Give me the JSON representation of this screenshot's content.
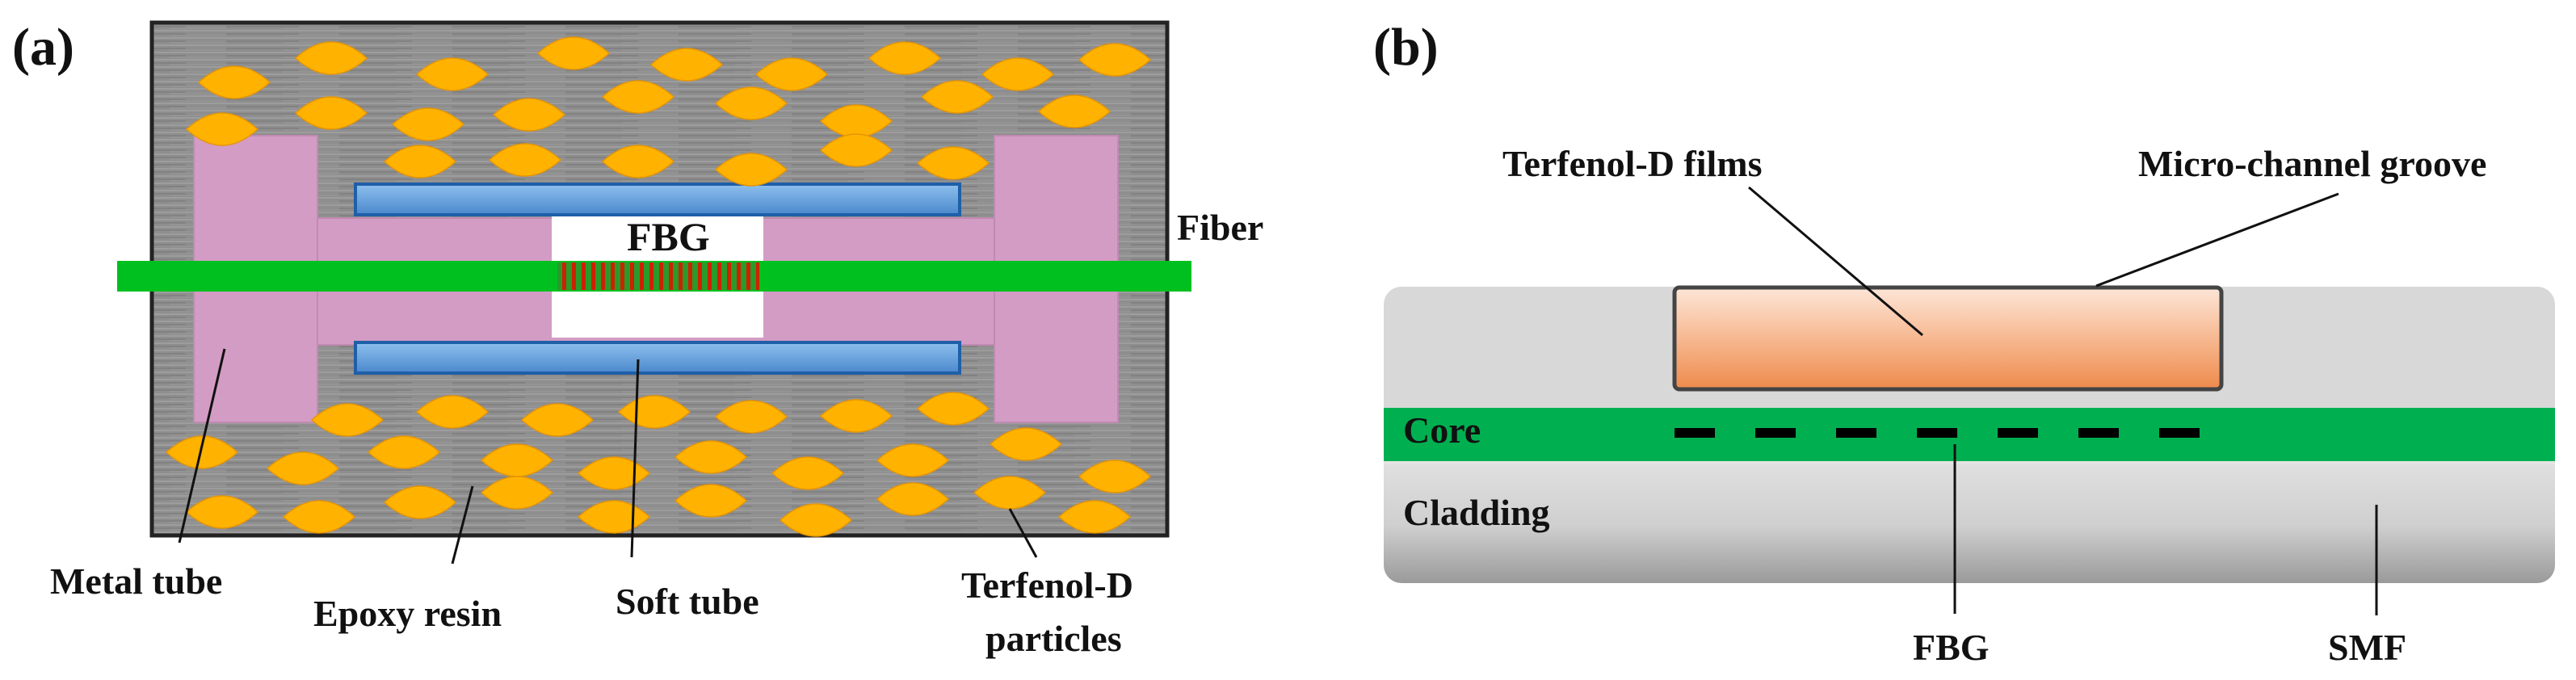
{
  "panel_a": {
    "tag": "(a)",
    "labels": {
      "fbg": "FBG",
      "fiber": "Fiber",
      "metal_tube": "Metal tube",
      "epoxy_resin": "Epoxy resin",
      "soft_tube": "Soft tube",
      "terfenol_line1": "Terfenol-D",
      "terfenol_line2": "particles"
    }
  },
  "panel_b": {
    "tag": "(b)",
    "labels": {
      "films": "Terfenol-D films",
      "groove": "Micro-channel groove",
      "core": "Core",
      "cladding": "Cladding",
      "fbg": "FBG",
      "smf": "SMF"
    }
  },
  "colors": {
    "epoxy_gray": "#8c8c8c",
    "metal_tube_pink": "#d39cc4",
    "particle_orange": "#ffb300",
    "soft_tube_blue": "#5b9bd5",
    "fiber_green": "#00c020",
    "grating_red": "#cc2200",
    "core_green": "#00b050",
    "film_orange": "#f4a070",
    "cladding_gray": "#d8d8d8"
  }
}
